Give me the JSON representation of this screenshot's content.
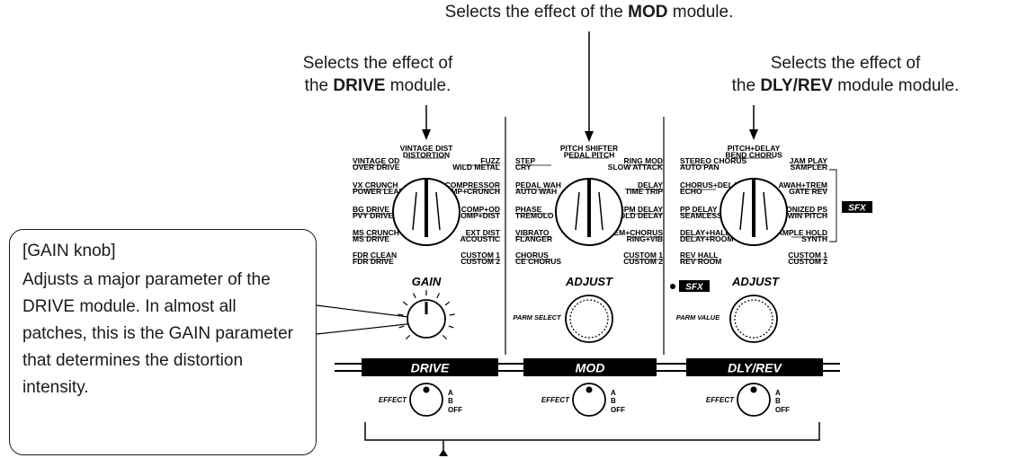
{
  "callouts": {
    "mod": {
      "prefix": "Selects the effect of the ",
      "bold": "MOD",
      "suffix": " module."
    },
    "drive": {
      "line1": "Selects the effect of",
      "prefix2": "the ",
      "bold": "DRIVE",
      "suffix2": " module."
    },
    "dlyrev": {
      "line1": "Selects the effect of",
      "prefix2": "the ",
      "bold": "DLY/REV",
      "suffix2": " module module."
    }
  },
  "gain_callout": {
    "title": "[GAIN knob]",
    "description": "Adjusts a major parameter of the DRIVE module. In almost all patches, this is the GAIN parameter that determines the distortion intensity."
  },
  "drive_selector": {
    "top": [
      "VINTAGE DIST",
      "DISTORTION"
    ],
    "left": [
      "VINTAGE OD",
      "OVER DRIVE",
      "VX CRUNCH",
      "POWER LEAD",
      "BG DRIVE",
      "PVY DRIVE",
      "MS CRUNCH",
      "MS DRIVE",
      "FDR CLEAN",
      "FDR DRIVE"
    ],
    "right": [
      "FUZZ",
      "WILD METAL",
      "COMPRESSOR",
      "COMP+CRUNCH",
      "COMP+OD",
      "COMP+DIST",
      "EXT DIST",
      "ACOUSTIC",
      "CUSTOM 1",
      "CUSTOM 2"
    ]
  },
  "mod_selector": {
    "top": [
      "PITCH SHIFTER",
      "PEDAL PITCH"
    ],
    "left": [
      "STEP",
      "CRY",
      "PEDAL WAH",
      "AUTO WAH",
      "PHASE",
      "TREMOLO",
      "VIBRATO",
      "FLANGER",
      "CHORUS",
      "CE CHORUS"
    ],
    "right": [
      "RING MOD",
      "SLOW ATTACK",
      "DELAY",
      "TIME TRIP",
      "BPM DELAY",
      "HOLD DELAY",
      "TREM+CHORUS",
      "RING+VIB",
      "CUSTOM 1",
      "CUSTOM 2"
    ]
  },
  "dlyrev_selector": {
    "top": [
      "PITCH+DELAY",
      "BEND CHORUS"
    ],
    "left": [
      "STEREO CHORUS",
      "AUTO PAN",
      "CHORUS+DELAY",
      "ECHO",
      "PP DELAY",
      "SEAMLESS DLY",
      "DELAY+HALL",
      "DELAY+ROOM",
      "REV HALL",
      "REV ROOM"
    ],
    "right": [
      "JAM PLAY",
      "SAMPLER",
      "AWAH+TREM",
      "GATE REV",
      "HARMONIZED PS",
      "TWIN PITCH",
      "SAMPLE HOLD",
      "SYNTH",
      "CUSTOM 1",
      "CUSTOM 2"
    ]
  },
  "knobs": {
    "gain": "GAIN",
    "adjust1": "ADJUST",
    "adjust2": "ADJUST",
    "parm_select": "PARM SELECT",
    "parm_value": "PARM VALUE",
    "sfx": "SFX"
  },
  "bars": {
    "drive": "DRIVE",
    "mod": "MOD",
    "dlyrev": "DLY/REV"
  },
  "effect_switch": {
    "label": "EFFECT",
    "a": "A",
    "b": "B",
    "off": "OFF"
  }
}
